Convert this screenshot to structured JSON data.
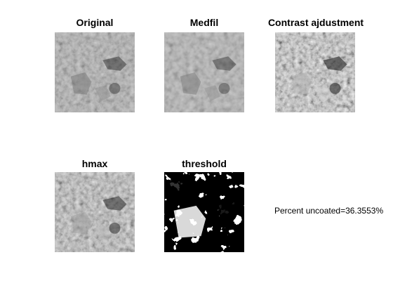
{
  "panels": [
    {
      "title": "Original"
    },
    {
      "title": "Medfil"
    },
    {
      "title": "Contrast ajdustment"
    },
    {
      "title": "hmax"
    },
    {
      "title": "threshold"
    }
  ],
  "result": {
    "text": "Percent uncoated=36.3553%"
  },
  "colors": {
    "background": "#ffffff",
    "text": "#000000"
  }
}
